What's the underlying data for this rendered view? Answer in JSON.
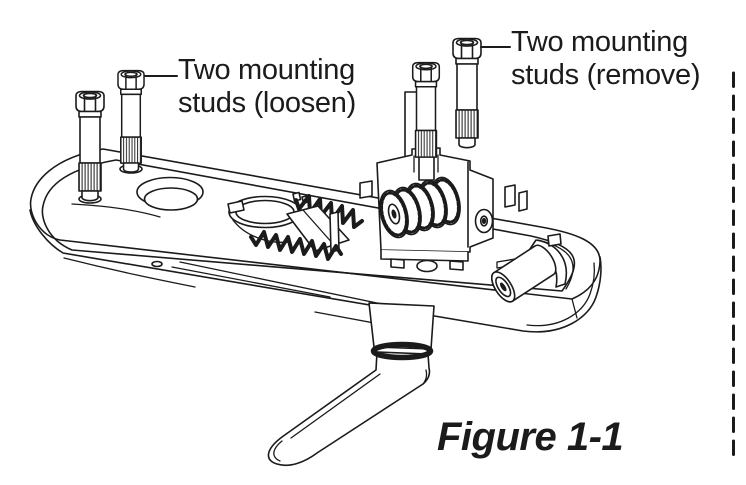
{
  "colors": {
    "line": "#1b1b1b",
    "background": "#ffffff"
  },
  "labels": {
    "loosen": "Two mounting\nstuds (loosen)",
    "remove": "Two mounting\nstuds (remove)"
  },
  "caption": "Figure 1-1",
  "diagram": {
    "type": "technical line drawing",
    "subject": "lock base plate assembly with mounting studs, combination wheels, springs and lever handle",
    "parts": [
      "base-plate",
      "mounting-stud-loosen-1",
      "mounting-stud-loosen-2",
      "mounting-stud-remove-installed",
      "mounting-stud-remove-free",
      "dial-wheels",
      "stud-bracket",
      "coil-spring-upper",
      "coil-spring-lower",
      "cam-ring",
      "roller",
      "lever-handle",
      "page-edge-dashed-line"
    ]
  }
}
